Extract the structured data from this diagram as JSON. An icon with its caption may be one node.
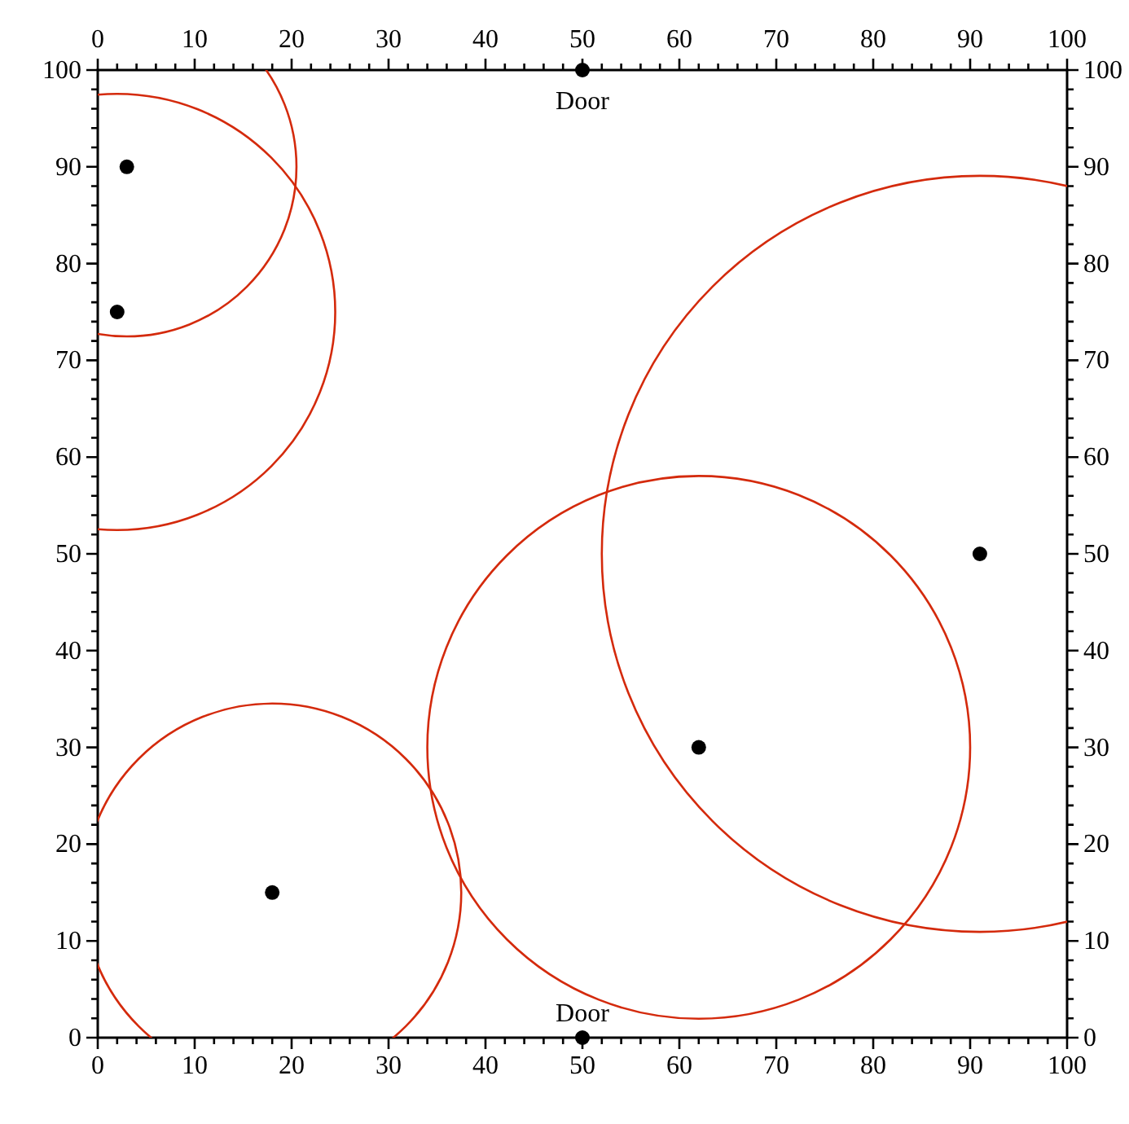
{
  "diagram": {
    "chart_data": {
      "type": "scatter",
      "x": [
        3,
        2,
        50,
        18,
        62,
        91,
        50
      ],
      "series": [
        {
          "color": "#000000",
          "values": [
            90,
            75,
            100,
            15,
            30,
            50,
            0
          ]
        }
      ],
      "xlim": [
        0,
        100
      ],
      "ylim": [
        0,
        100
      ],
      "xticks": [
        0,
        10,
        20,
        30,
        40,
        50,
        60,
        70,
        80,
        90,
        100
      ],
      "yticks": [
        0,
        10,
        20,
        30,
        40,
        50,
        60,
        70,
        80,
        90,
        100
      ],
      "annotations": [
        {
          "text": "Door",
          "x": 50,
          "y": 100
        },
        {
          "text": "Door",
          "x": 50,
          "y": 0
        }
      ]
    },
    "labels": [
      "0",
      "10",
      "20",
      "30",
      "40",
      "50",
      "60",
      "70",
      "80",
      "90",
      "100",
      "100",
      "90",
      "80",
      "70",
      "60",
      "50",
      "40",
      "30",
      "20",
      "10",
      "0"
    ]
  }
}
